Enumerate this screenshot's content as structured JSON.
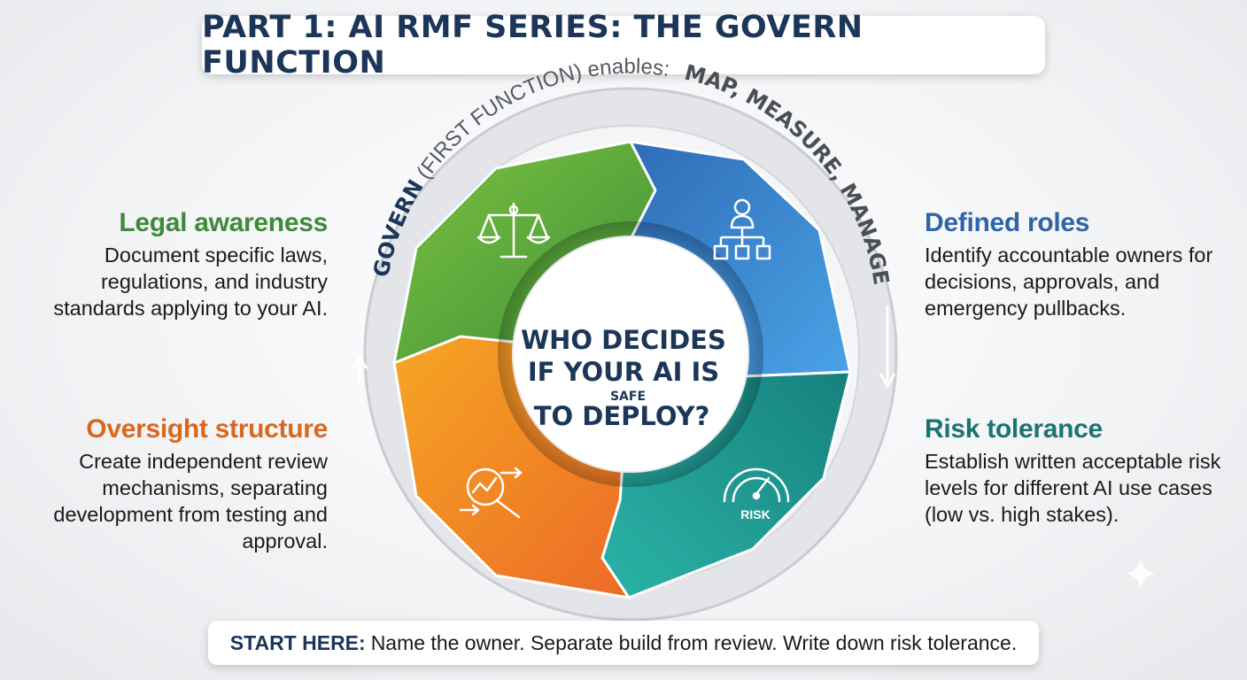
{
  "title": "PART 1: AI RMF SERIES: THE GOVERN FUNCTION",
  "ring_text": {
    "govern": "GOVERN",
    "first_function": "(FIRST FUNCTION) enables:",
    "functions": "MAP, MEASURE, MANAGE"
  },
  "center": {
    "line1": "WHO DECIDES",
    "line2": "IF YOUR AI IS",
    "line3": "SAFE",
    "line4": "TO DEPLOY?"
  },
  "segments": [
    {
      "id": "legal",
      "color": "#63a83f",
      "icon": "scales-icon"
    },
    {
      "id": "roles",
      "color": "#3a7fc9",
      "icon": "org-chart-icon"
    },
    {
      "id": "risk",
      "color": "#1f9c98",
      "icon": "gauge-icon",
      "icon_label": "RISK"
    },
    {
      "id": "oversight",
      "color": "#ef8a26",
      "icon": "magnifier-chart-icon"
    }
  ],
  "legal": {
    "heading": "Legal awareness",
    "body": "Document specific laws, regulations, and industry standards applying to your AI."
  },
  "oversight": {
    "heading": "Oversight structure",
    "body": "Create independent review mechanisms, separating development from testing and approval."
  },
  "roles": {
    "heading": "Defined roles",
    "body": "Identify accountable owners for decisions, approvals, and emergency pullbacks."
  },
  "risk": {
    "heading": "Risk tolerance",
    "body": "Establish written acceptable risk levels for different AI use cases (low vs. high stakes)."
  },
  "start_here": {
    "label": "START HERE:",
    "text": "Name the owner. Separate build from review. Write down risk tolerance."
  }
}
